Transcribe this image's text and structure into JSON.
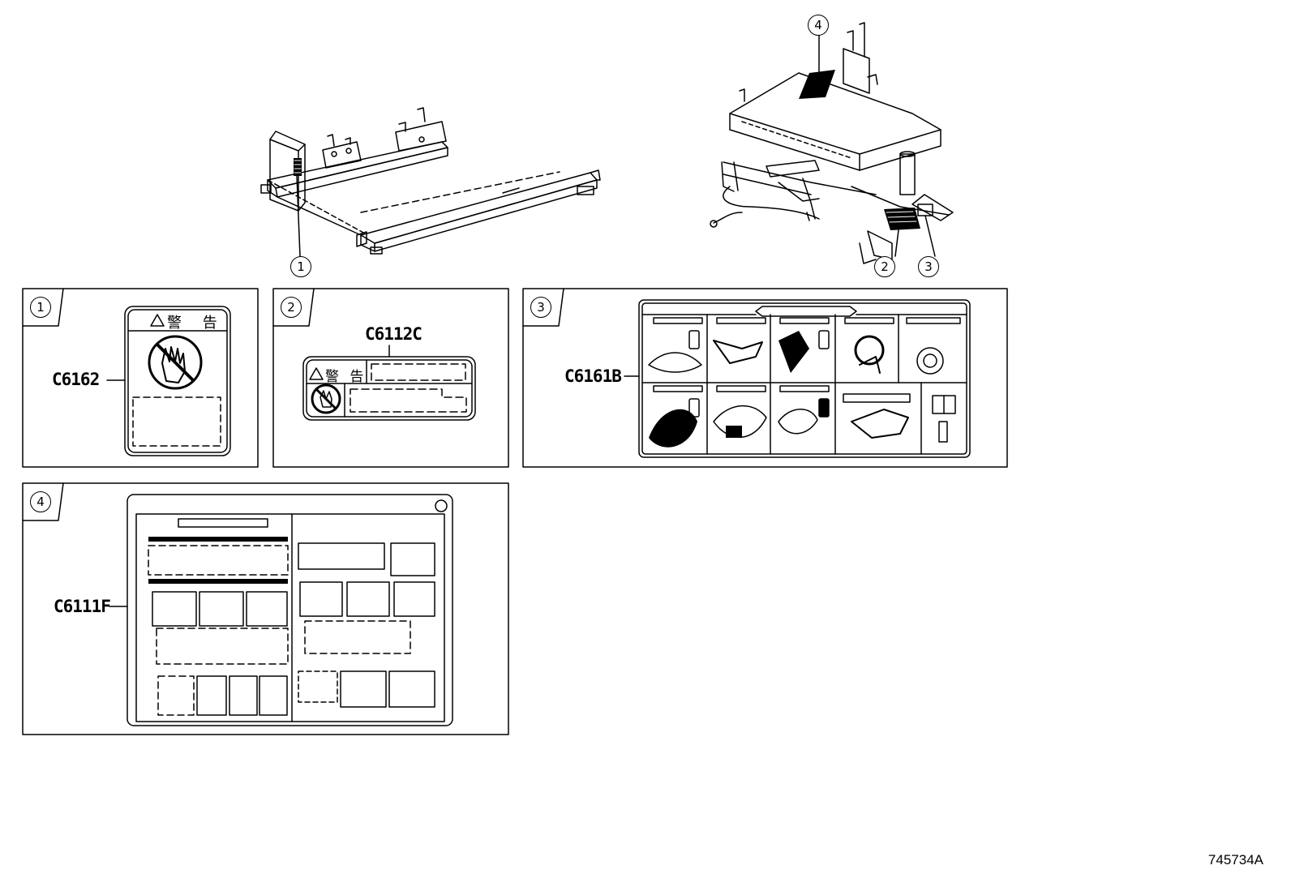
{
  "callouts": {
    "c1": "1",
    "c2": "2",
    "c3": "3",
    "c4": "4"
  },
  "panels": [
    {
      "number": "1",
      "part_code": "C6162",
      "header_text": "警 告"
    },
    {
      "number": "2",
      "part_code": "C6112C",
      "header_text": "警 告"
    },
    {
      "number": "3",
      "part_code": "C6161B"
    },
    {
      "number": "4",
      "part_code": "C6111F"
    }
  ],
  "reference_number": "745734A",
  "colors": {
    "ink": "#000000",
    "paper": "#ffffff"
  }
}
